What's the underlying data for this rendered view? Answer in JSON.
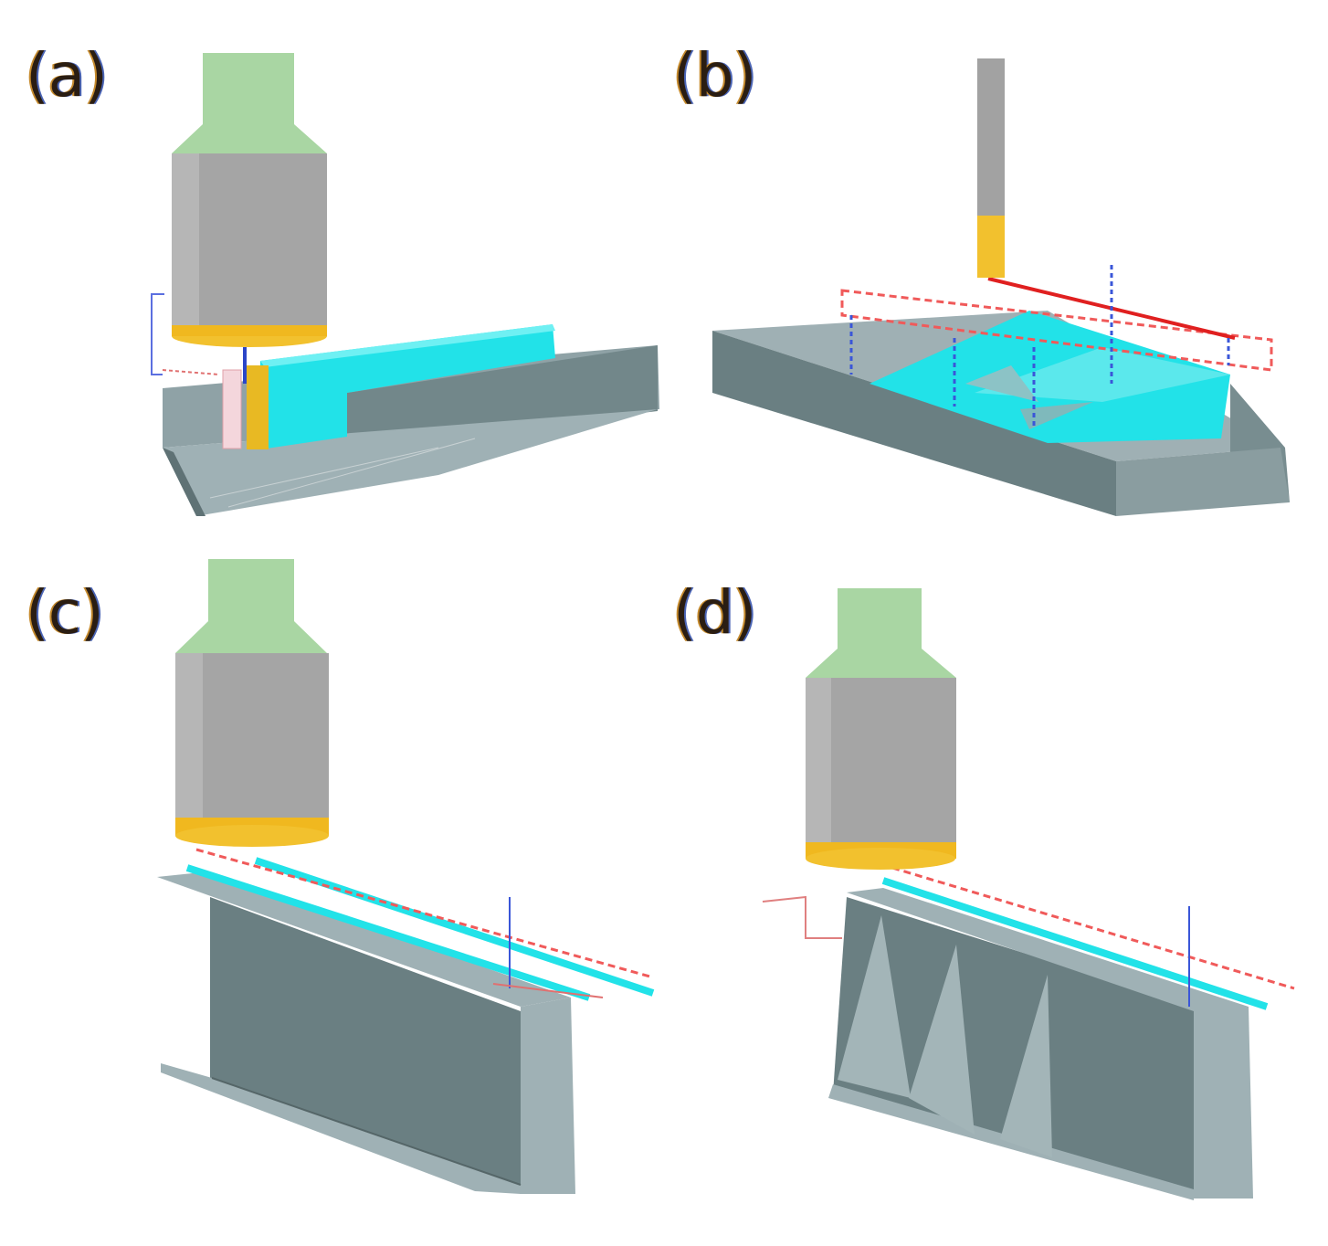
{
  "panels": [
    {
      "id": "a",
      "label": "(a)"
    },
    {
      "id": "b",
      "label": "(b)"
    },
    {
      "id": "c",
      "label": "(c)"
    },
    {
      "id": "d",
      "label": "(d)"
    }
  ],
  "colors": {
    "tool_neck": "#a8d5a2",
    "tool_body": "#a6a6a6",
    "tool_tip": "#f2c12e",
    "deposit": "#25e0e6",
    "beam_top": "#9fb0b4",
    "beam_side": "#6f8486",
    "beam_dark": "#5a6d70",
    "path_red": "#f05a5a",
    "axis_blue": "#3a56d8"
  }
}
